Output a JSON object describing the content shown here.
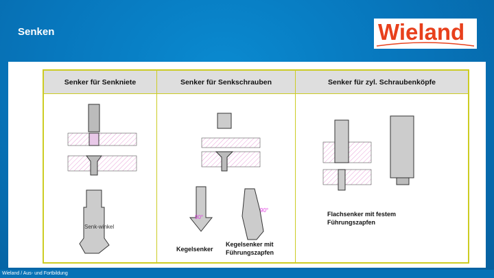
{
  "header": {
    "title": "Senken",
    "logo_text": "Wieland"
  },
  "table": {
    "columns": [
      "Senker für Senkniete",
      "Senker für Senkschrauben",
      "Senker für zyl. Schraubenköpfe"
    ],
    "col1": {
      "drawing_label": "Senk-winkel"
    },
    "col2": {
      "captions": [
        "Kegelsenker",
        "Kegelsenker mit Führungszapfen"
      ],
      "angle_label": "90°"
    },
    "col3": {
      "caption": "Flachsenker mit festem Führungszapfen"
    }
  },
  "footer": {
    "text": "Wieland / Aus- und Fortbildung"
  },
  "colors": {
    "accent": "#0777bd",
    "logo": "#e8401c",
    "table_border": "#cccc22",
    "hatch": "#e040c0"
  }
}
